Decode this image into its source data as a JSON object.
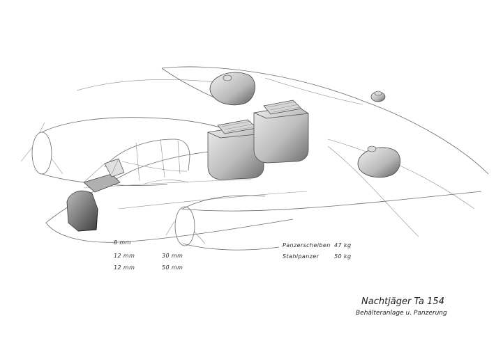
{
  "labels": {
    "armor_rows": [
      {
        "thickness": "8 mm"
      },
      {
        "thickness": "12 mm",
        "second": "30 mm"
      },
      {
        "thickness": "12 mm",
        "second": "50 mm"
      }
    ],
    "weights": [
      {
        "name": "Panzerscheiben",
        "value": "47 kg"
      },
      {
        "name": "Stahlpanzer",
        "value": "50 kg"
      }
    ]
  },
  "title": {
    "main": "Nachtjäger Ta 154",
    "subtitle": "Behälteranlage u. Panzerung"
  },
  "colors": {
    "line": "#6b6b6b",
    "tank_shade": "#9a9a9a",
    "armor_shade": "#555555"
  }
}
